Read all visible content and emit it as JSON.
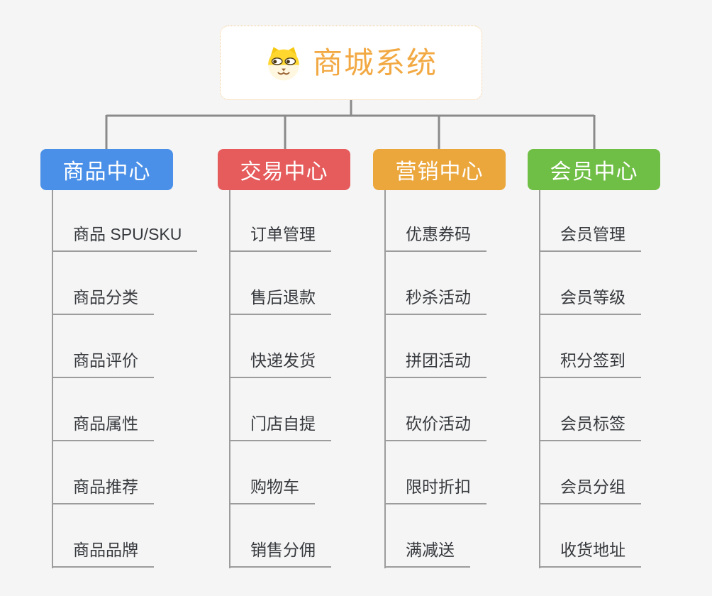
{
  "root": {
    "title": "商城系统",
    "icon": "dog-face-icon",
    "title_color": "#F2A943"
  },
  "connector_color": "#8A8A8A",
  "underline_color": "#9C9C9C",
  "branches": [
    {
      "label": "商品中心",
      "color": "#4A90E8",
      "items": [
        "商品 SPU/SKU",
        "商品分类",
        "商品评价",
        "商品属性",
        "商品推荐",
        "商品品牌"
      ]
    },
    {
      "label": "交易中心",
      "color": "#E65C5C",
      "items": [
        "订单管理",
        "售后退款",
        "快递发货",
        "门店自提",
        "购物车",
        "销售分佣"
      ]
    },
    {
      "label": "营销中心",
      "color": "#EBA63C",
      "items": [
        "优惠券码",
        "秒杀活动",
        "拼团活动",
        "砍价活动",
        "限时折扣",
        "满减送"
      ]
    },
    {
      "label": "会员中心",
      "color": "#6FBE45",
      "items": [
        "会员管理",
        "会员等级",
        "积分签到",
        "会员标签",
        "会员分组",
        "收货地址"
      ]
    }
  ]
}
